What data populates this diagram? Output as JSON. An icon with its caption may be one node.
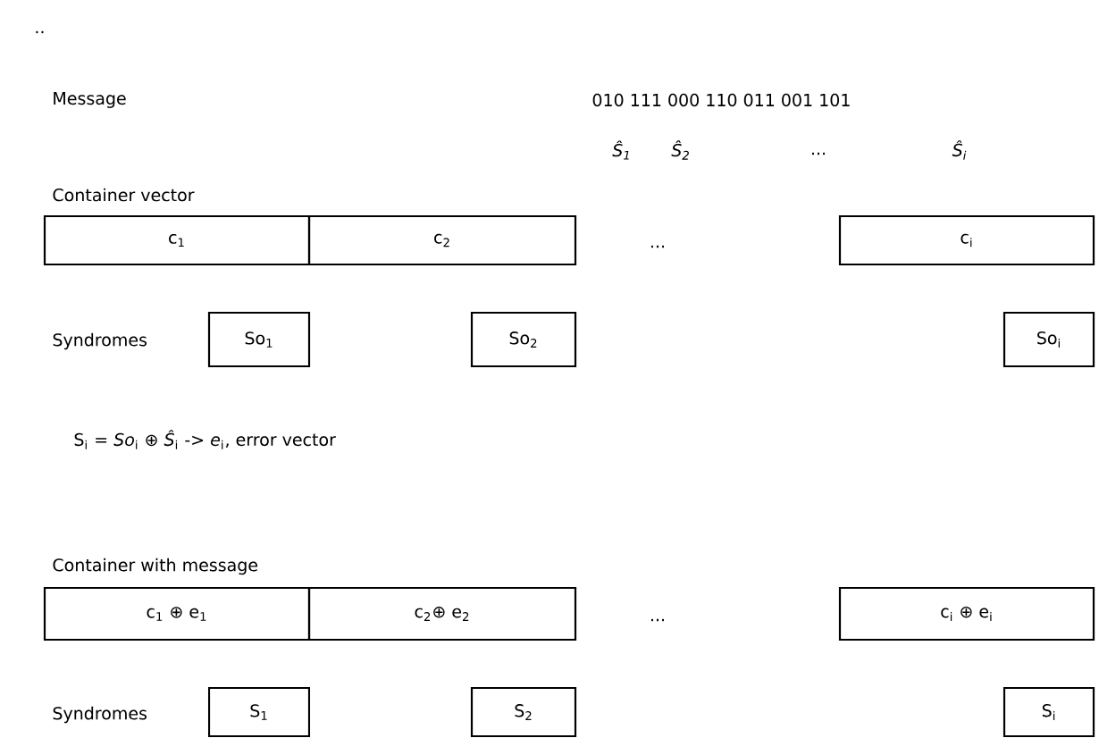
{
  "diagram": {
    "nodes": [
      {
        "text": [
          "c$_{1}$"
        ]
      },
      {
        "text": [
          "c$_{2}$"
        ]
      },
      {
        "text": [
          "c$_{i}$"
        ]
      },
      {
        "text": [
          "So$_{1}$"
        ]
      },
      {
        "text": [
          "So$_{2}$"
        ]
      },
      {
        "text": [
          "So$_{i}$"
        ]
      },
      {
        "text": [
          "c$_{1}$ ⊕ e$_{1}$"
        ]
      },
      {
        "text": [
          "c$_{2}$⊕ e$_{2}$"
        ]
      },
      {
        "text": [
          "c$_{i}$ ⊕ e$_{i}$"
        ]
      },
      {
        "text": [
          "S$_{1}$"
        ]
      },
      {
        "text": [
          "S$_{2}$"
        ]
      },
      {
        "text": [
          "S$_{i}$"
        ]
      }
    ],
    "labels": [
      "..",
      "Message",
      "010 111 000 110 011 001 101",
      "Ŝ$_{1}$",
      "Ŝ$_{2}$",
      "...",
      "Ŝ$_{i}$",
      "Container vector",
      "...",
      "Syndromes",
      "S$_{i}$ = *So*$_{i}$ ⊕ *Ŝ*$_{i}$   ->   *e*$_{i}$, error vector",
      "Container with message",
      "...",
      "Syndromes"
    ]
  }
}
